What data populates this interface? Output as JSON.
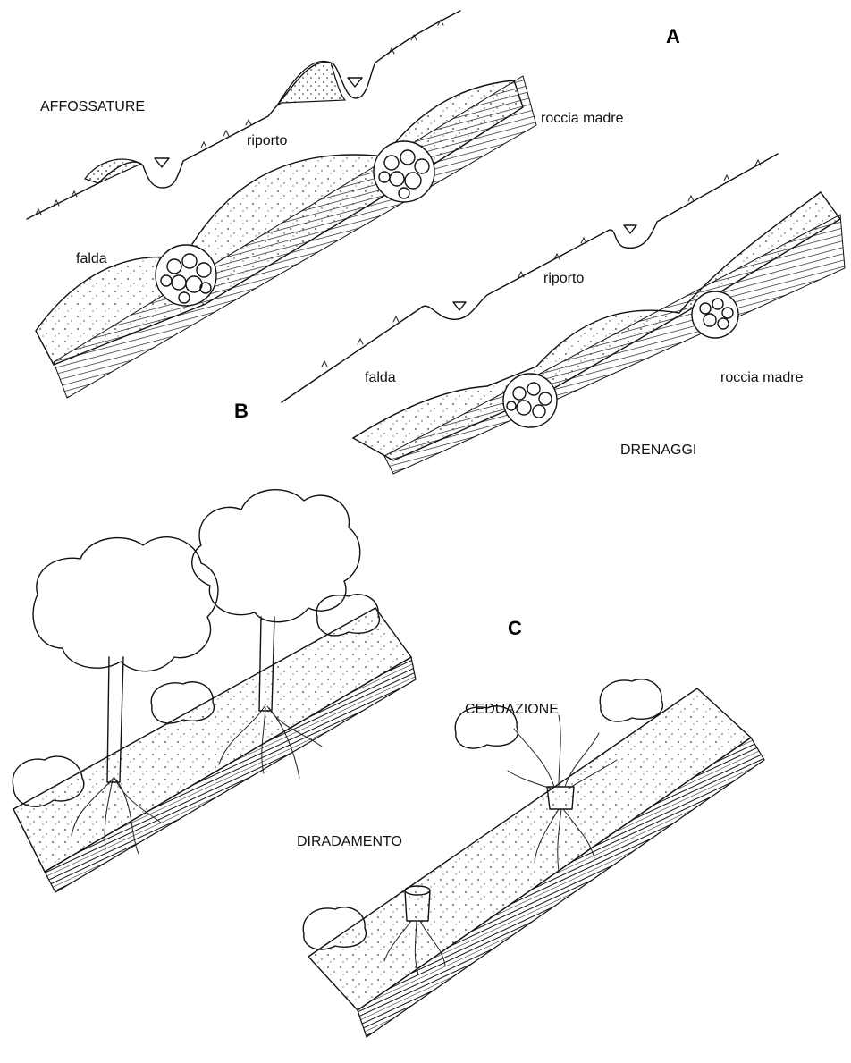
{
  "panels": {
    "a": {
      "label": "A"
    },
    "b": {
      "label": "B"
    },
    "c": {
      "label": "C"
    }
  },
  "labels": {
    "affossature": "AFFOSSATURE",
    "riporto_a": "riporto",
    "roccia_madre_a": "roccia madre",
    "falda_a": "falda",
    "riporto_b": "riporto",
    "falda_b": "falda",
    "roccia_madre_b": "roccia madre",
    "drenaggi": "DRENAGGI",
    "ceduazione": "CEDUAZIONE",
    "diradamento": "DIRADAMENTO"
  },
  "colors": {
    "ink": "#111111",
    "background": "#ffffff"
  }
}
